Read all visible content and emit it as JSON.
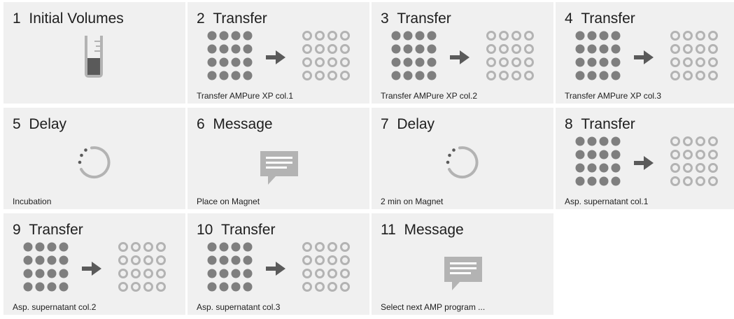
{
  "colors": {
    "tile_bg": "#f0f0f0",
    "icon_dark": "#5a5a5a",
    "icon_medium": "#7f7f7f",
    "icon_light": "#b3b3b3"
  },
  "steps": [
    {
      "number": "1",
      "type": "Initial Volumes",
      "caption": "",
      "icon": "beaker-icon"
    },
    {
      "number": "2",
      "type": "Transfer",
      "caption": "Transfer AMPure XP col.1",
      "icon": "plate-transfer-icon"
    },
    {
      "number": "3",
      "type": "Transfer",
      "caption": "Transfer AMPure XP col.2",
      "icon": "plate-transfer-icon"
    },
    {
      "number": "4",
      "type": "Transfer",
      "caption": "Transfer AMPure XP col.3",
      "icon": "plate-transfer-icon"
    },
    {
      "number": "5",
      "type": "Delay",
      "caption": "Incubation",
      "icon": "delay-spinner-icon"
    },
    {
      "number": "6",
      "type": "Message",
      "caption": "Place on Magnet",
      "icon": "message-bubble-icon"
    },
    {
      "number": "7",
      "type": "Delay",
      "caption": "2 min on Magnet",
      "icon": "delay-spinner-icon"
    },
    {
      "number": "8",
      "type": "Transfer",
      "caption": "Asp. supernatant col.1",
      "icon": "plate-transfer-icon"
    },
    {
      "number": "9",
      "type": "Transfer",
      "caption": "Asp. supernatant col.2",
      "icon": "plate-transfer-icon"
    },
    {
      "number": "10",
      "type": "Transfer",
      "caption": "Asp. supernatant col.3",
      "icon": "plate-transfer-icon"
    },
    {
      "number": "11",
      "type": "Message",
      "caption": "Select next AMP program ...",
      "icon": "message-bubble-icon"
    }
  ]
}
